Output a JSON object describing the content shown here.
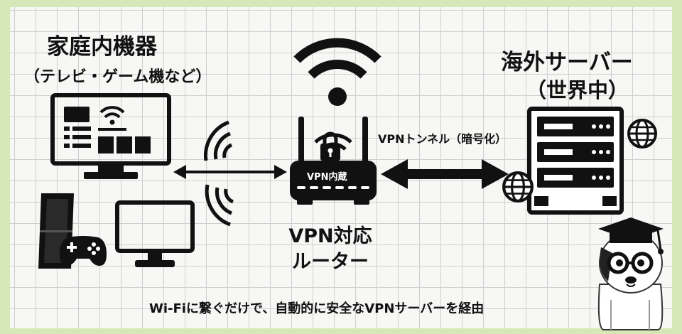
{
  "home": {
    "title": "家庭内機器",
    "subtitle": "（テレビ・ゲーム機など）"
  },
  "server": {
    "title": "海外サーバー",
    "subtitle": "（世界中）"
  },
  "tunnel": {
    "label": "VPNトンネル（暗号化）"
  },
  "router": {
    "badge": "VPN内蔵",
    "name": "VPN対応",
    "type": "ルーター"
  },
  "footer": {
    "caption": "Wi-Fiに繋ぐだけで、自動的に安全なVPNサーバーを経由"
  },
  "colors": {
    "background": "#d6e8b8",
    "board": "#f7f7f5",
    "ink": "#111111"
  },
  "icons": [
    "tv-icon",
    "game-console-icon",
    "gamepad-icon",
    "monitor-icon",
    "wifi-icon",
    "lock-icon",
    "router-icon",
    "server-rack-icon",
    "globe-icon",
    "mascot-icon"
  ]
}
